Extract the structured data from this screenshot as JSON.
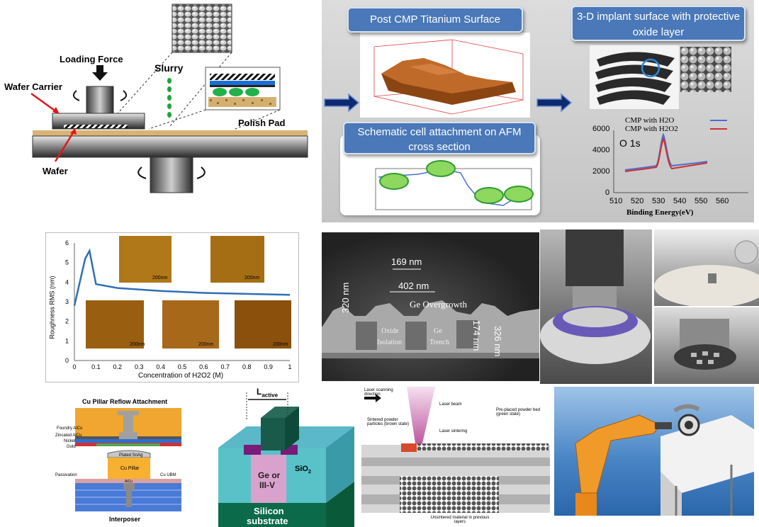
{
  "cmp": {
    "loading_force": "Loading Force",
    "slurry": "Slurry",
    "wafer_carrier": "Wafer Carrier",
    "polish_pad": "Polish Pad",
    "wafer": "Wafer"
  },
  "ti": {
    "post_cmp_title": "Post CMP Titanium Surface",
    "implant_title": "3-D implant surface with protective oxide layer",
    "cell_title": "Schematic cell attachment on AFM cross section",
    "legend_h2o": "CMP with H2O",
    "legend_h2o2": "CMP with H2O2",
    "xps_peak": "O 1s",
    "xps_xlabel": "Binding Energy(eV)",
    "xps_yticks": [
      "6000",
      "4000",
      "2000",
      "0"
    ],
    "xps_xticks": [
      "510",
      "520",
      "530",
      "540",
      "550",
      "560"
    ]
  },
  "roughness": {
    "ylabel": "Roughness RMS (nm)",
    "xlabel": "Concentration of H2O2 (M)",
    "scale": "200nm",
    "yticks": [
      "0",
      "1",
      "2",
      "3",
      "4",
      "5",
      "6"
    ],
    "xticks": [
      "0",
      "0.1",
      "0.2",
      "0.3",
      "0.4",
      "0.5",
      "0.6",
      "0.7",
      "0.8",
      "0.9",
      "1"
    ]
  },
  "sem": {
    "dim_169": "169 nm",
    "dim_402": "402 nm",
    "ge_overgrowth": "Ge Overgrowth",
    "dim_320": "320 nm",
    "dim_174": "174 nm",
    "dim_326": "326 nm",
    "oxide": "Oxide",
    "isolation": "Isolation",
    "ge": "Ge",
    "trench": "Trench"
  },
  "pillar": {
    "title": "Cu Pillar Reflow Attachment",
    "foundry_alcu": "Foundry AlCu",
    "zincated_alcu": "Zincated AlCu",
    "nickel": "Nickel",
    "gold": "Gold",
    "plated_snag": "Plated SnAg",
    "cu_pillar": "Cu Pillar",
    "passivation": "Passivation",
    "cu_ubm": "Cu UBM",
    "alcu": "AlCu",
    "interposer": "Interposer"
  },
  "finfet": {
    "l_active": "L",
    "l_active_sub": "active",
    "ge_iii_v_1": "Ge or",
    "ge_iii_v_2": "III-V",
    "sio2": "SiO",
    "sio2_sub": "2",
    "silicon_1": "Silicon",
    "silicon_2": "substrate"
  },
  "laser": {
    "scan_dir": "Laser scanning direction",
    "laser_beam": "Laser beam",
    "preplaced": "Pre-placed powder bed (green state)",
    "sintered": "Sintered powder particles (brown state)",
    "laser_sintering": "Laser sintering",
    "unsintered": "Unsintered material in previous layers"
  },
  "colors": {
    "xps_h2o": "#4a6fd0",
    "xps_h2o2": "#d03030",
    "roughness_line": "#2f6fb5",
    "blue_box": "#4a78b8"
  }
}
